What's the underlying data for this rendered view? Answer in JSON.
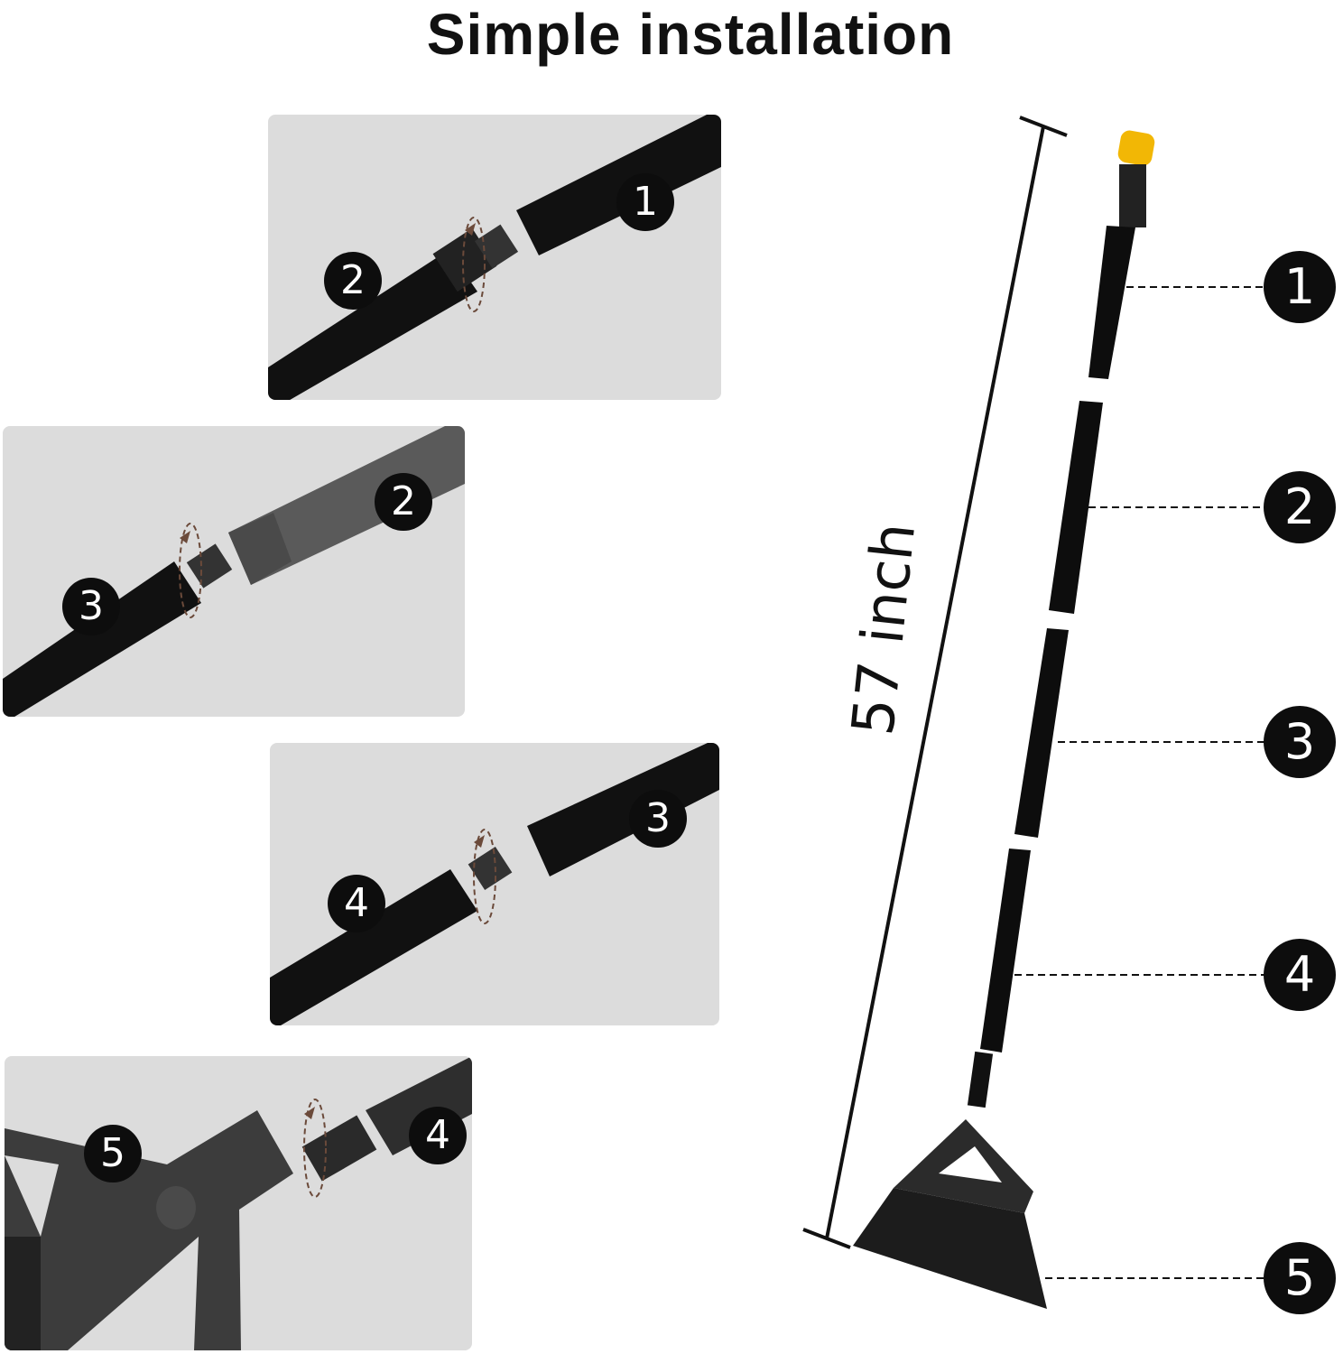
{
  "title": "Simple installation",
  "dimension_label": "57 inch",
  "steps": [
    {
      "left": "1",
      "right": "2"
    },
    {
      "left": "2",
      "right": "3"
    },
    {
      "left": "3",
      "right": "4"
    },
    {
      "left": "4",
      "right": "5"
    }
  ],
  "part_labels": [
    "1",
    "2",
    "3",
    "4",
    "5"
  ],
  "colors": {
    "handle_cap": "#f2b705",
    "pole": "#0d0d0d",
    "panel_bg": "#dcdcdc"
  }
}
